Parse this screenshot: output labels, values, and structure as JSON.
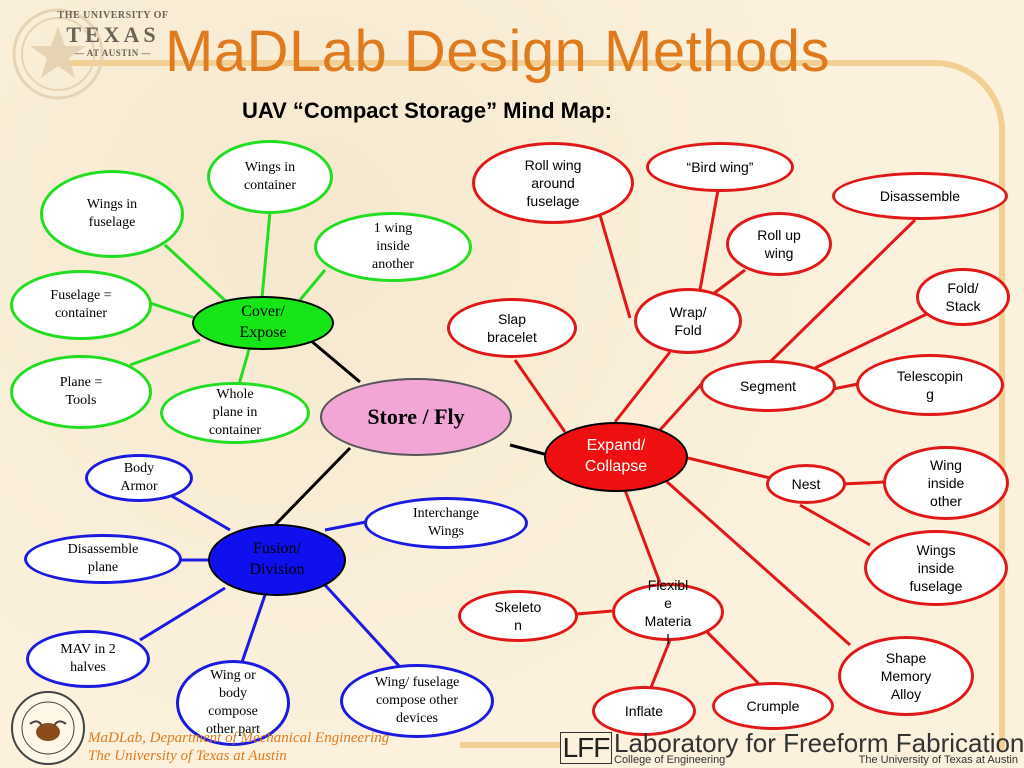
{
  "header": {
    "ut_line1": "THE UNIVERSITY OF",
    "ut_line2": "TEXAS",
    "ut_line3": "— AT AUSTIN —",
    "title": "MaDLab Design Methods",
    "subtitle": "UAV “Compact Storage” Mind Map:"
  },
  "center": {
    "label": "Store / Fly"
  },
  "hubs": {
    "cover": [
      "Cover/",
      "Expose"
    ],
    "fusion": [
      "Fusion/",
      "Division"
    ],
    "expand": [
      "Expand/",
      "Collapse"
    ]
  },
  "nodes": {
    "wings_in_fuselage": [
      "Wings in",
      "fuselage"
    ],
    "wings_in_container": [
      "Wings in",
      "container"
    ],
    "one_wing_inside": [
      "1 wing",
      "inside",
      "another"
    ],
    "fuselage_container": [
      "Fuselage =",
      "container"
    ],
    "plane_tools": [
      "Plane =",
      "Tools"
    ],
    "whole_plane": [
      "Whole",
      "plane in",
      "container"
    ],
    "body_armor": [
      "Body",
      "Armor"
    ],
    "disassemble_plane": [
      "Disassemble",
      "plane"
    ],
    "interchange_wings": [
      "Interchange",
      "Wings"
    ],
    "mav_halves": [
      "MAV in 2",
      "halves"
    ],
    "wing_or_body": [
      "Wing or",
      "body",
      "compose",
      "other part"
    ],
    "wing_fuselage_compose": [
      "Wing/ fuselage",
      "compose other",
      "devices"
    ],
    "roll_wing": [
      "Roll wing",
      "around",
      "fuselage"
    ],
    "bird_wing": [
      "“Bird wing”"
    ],
    "disassemble": [
      "Disassemble"
    ],
    "roll_up_wing": [
      "Roll up",
      "wing"
    ],
    "fold_stack": [
      "Fold/",
      "Stack"
    ],
    "slap_bracelet": [
      "Slap",
      "bracelet"
    ],
    "wrap_fold": [
      "Wrap/",
      "Fold"
    ],
    "segment": [
      "Segment"
    ],
    "telescoping": [
      "Telescopin",
      "g"
    ],
    "nest": [
      "Nest"
    ],
    "wing_inside_other": [
      "Wing",
      "inside",
      "other"
    ],
    "wings_inside_fuselage": [
      "Wings",
      "inside",
      "fuselage"
    ],
    "skeleton": [
      "Skeleto",
      "n"
    ],
    "flexible_material": [
      "Flexibl",
      "e",
      "Materia",
      "l"
    ],
    "shape_memory": [
      "Shape",
      "Memory",
      "Alloy"
    ],
    "inflate": [
      "Inflate"
    ],
    "crumple": [
      "Crumple"
    ]
  },
  "footer": {
    "left_line1": "MaDLab, Department of Mechanical Engineering",
    "left_line2": "The University of Texas at Austin",
    "lff_logo": "LFF",
    "lab_title": "Laboratory for Freeform Fabrication",
    "lab_sub1": "College of Engineering",
    "lab_sub2": "The University of Texas at Austin"
  },
  "colors": {
    "title": "#e07a1e",
    "green": "#22dd22",
    "blue": "#1a1ae0",
    "red": "#e01818",
    "center": "#f2a6d6"
  }
}
